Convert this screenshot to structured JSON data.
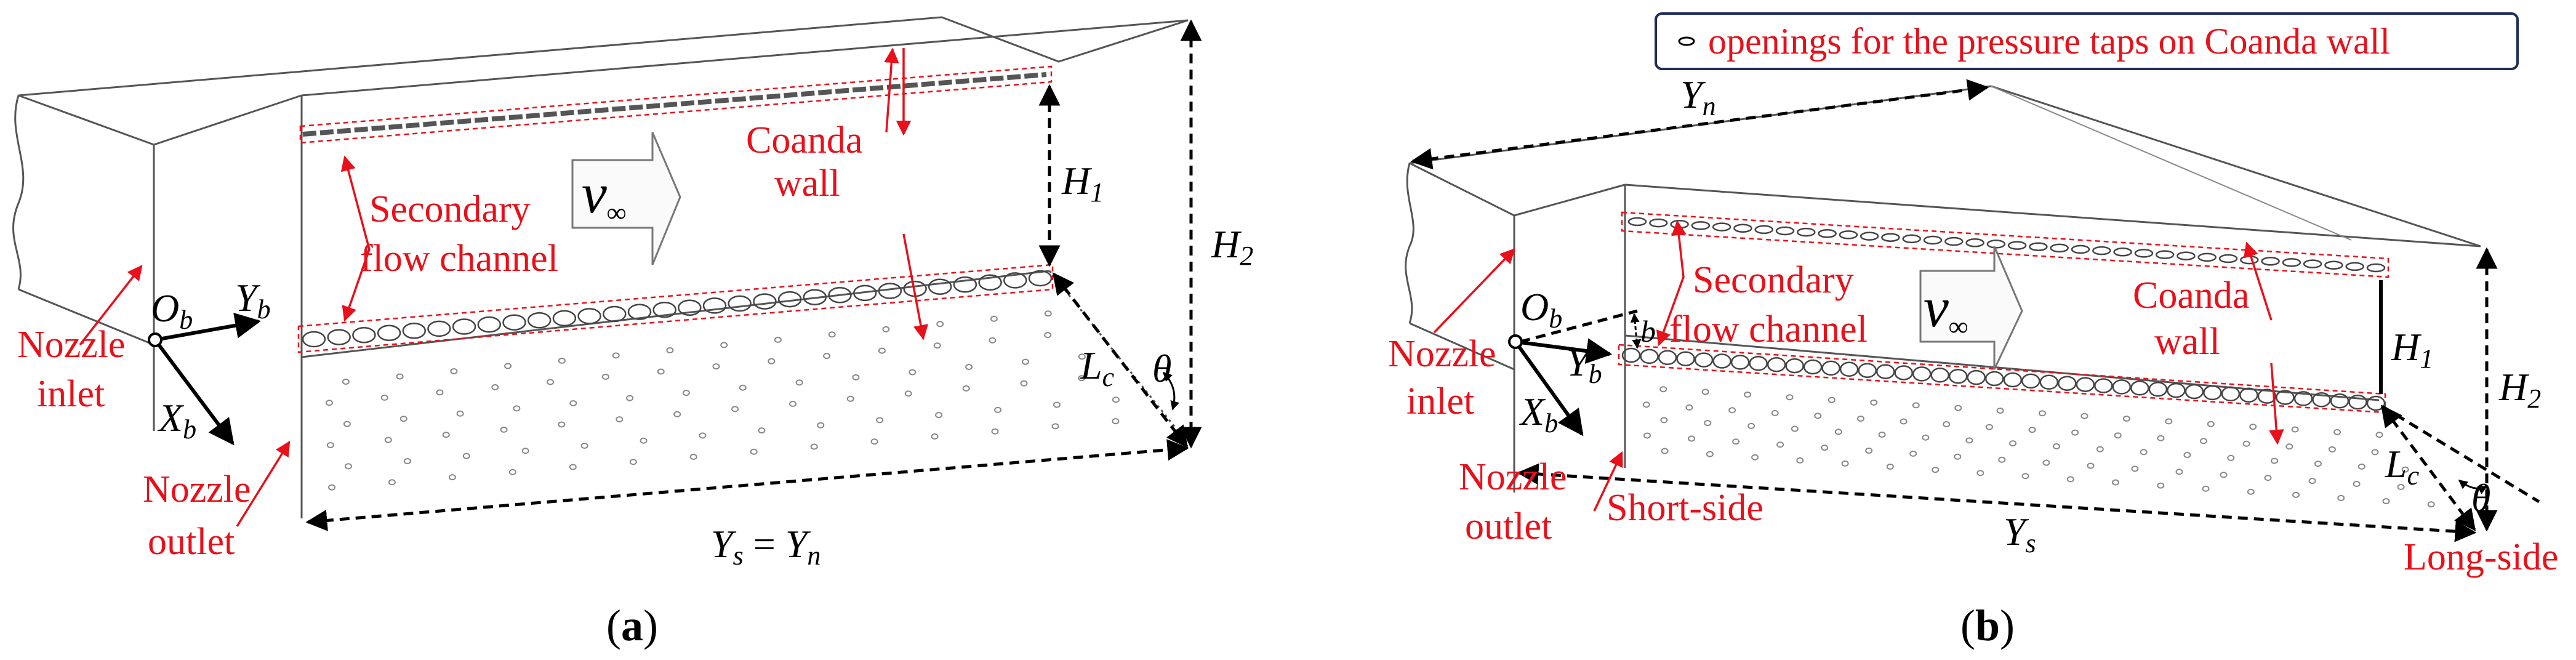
{
  "legend": {
    "text": "openings for the pressure taps on Coanda wall"
  },
  "panel_a": {
    "caption_open": "(",
    "caption_letter": "a",
    "caption_close": ")",
    "labels": {
      "coanda_1": "Coanda",
      "coanda_2": "wall",
      "secondary_1": "Secondary",
      "secondary_2": "flow channel",
      "nozzle_inlet_1": "Nozzle",
      "nozzle_inlet_2": "inlet",
      "nozzle_outlet_1": "Nozzle",
      "nozzle_outlet_2": "outlet"
    },
    "symbols": {
      "v": "v",
      "v_sub": "∞",
      "H1": "H",
      "H1_sub": "1",
      "H2": "H",
      "H2_sub": "2",
      "Ob": "O",
      "Ob_sub": "b",
      "Yb": "Y",
      "Yb_sub": "b",
      "Xb": "X",
      "Xb_sub": "b",
      "Lc": "L",
      "Lc_sub": "c",
      "theta": "θ",
      "YsYn_Y1": "Y",
      "YsYn_s": "s",
      "YsYn_eq": " = ",
      "YsYn_Y2": "Y",
      "YsYn_n": "n"
    }
  },
  "panel_b": {
    "caption_open": "(",
    "caption_letter": "b",
    "caption_close": ")",
    "labels": {
      "coanda_1": "Coanda",
      "coanda_2": "wall",
      "secondary_1": "Secondary",
      "secondary_2": "flow channel",
      "nozzle_inlet_1": "Nozzle",
      "nozzle_inlet_2": "inlet",
      "nozzle_outlet_1": "Nozzle",
      "nozzle_outlet_2": "outlet",
      "short_side": "Short-side",
      "long_side": "Long-side"
    },
    "symbols": {
      "Yn": "Y",
      "Yn_sub": "n",
      "v": "v",
      "v_sub": "∞",
      "H1": "H",
      "H1_sub": "1",
      "H2": "H",
      "H2_sub": "2",
      "Ob": "O",
      "Ob_sub": "b",
      "b": "b",
      "Yb": "Y",
      "Yb_sub": "b",
      "Xb": "X",
      "Xb_sub": "b",
      "Lc": "L",
      "Lc_sub": "c",
      "theta": "θ",
      "Ys": "Y",
      "Ys_sub": "s"
    }
  },
  "colors": {
    "label_red": "#e8101a",
    "frame_navy": "#1f2d5a",
    "line_gray": "#555555"
  }
}
